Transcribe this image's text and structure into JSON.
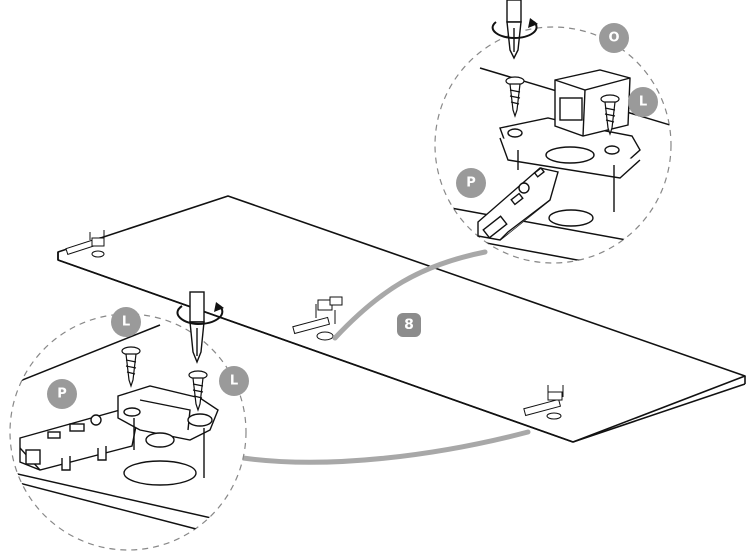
{
  "badges": {
    "step": "8",
    "top_o": "O",
    "top_l": "L",
    "top_p": "P",
    "bottom_l1": "L",
    "bottom_l2": "L",
    "bottom_p": "P"
  },
  "colors": {
    "badge_fill": "#9a9a9a",
    "step_fill": "#8c8c8c",
    "line": "#111111",
    "dash": "#888888",
    "connector": "#a8a8a8",
    "hole_fill": "#ffffff"
  },
  "icons": [
    "rotate-arrow-icon",
    "screwdriver-icon",
    "screw-icon",
    "hinge-icon"
  ]
}
